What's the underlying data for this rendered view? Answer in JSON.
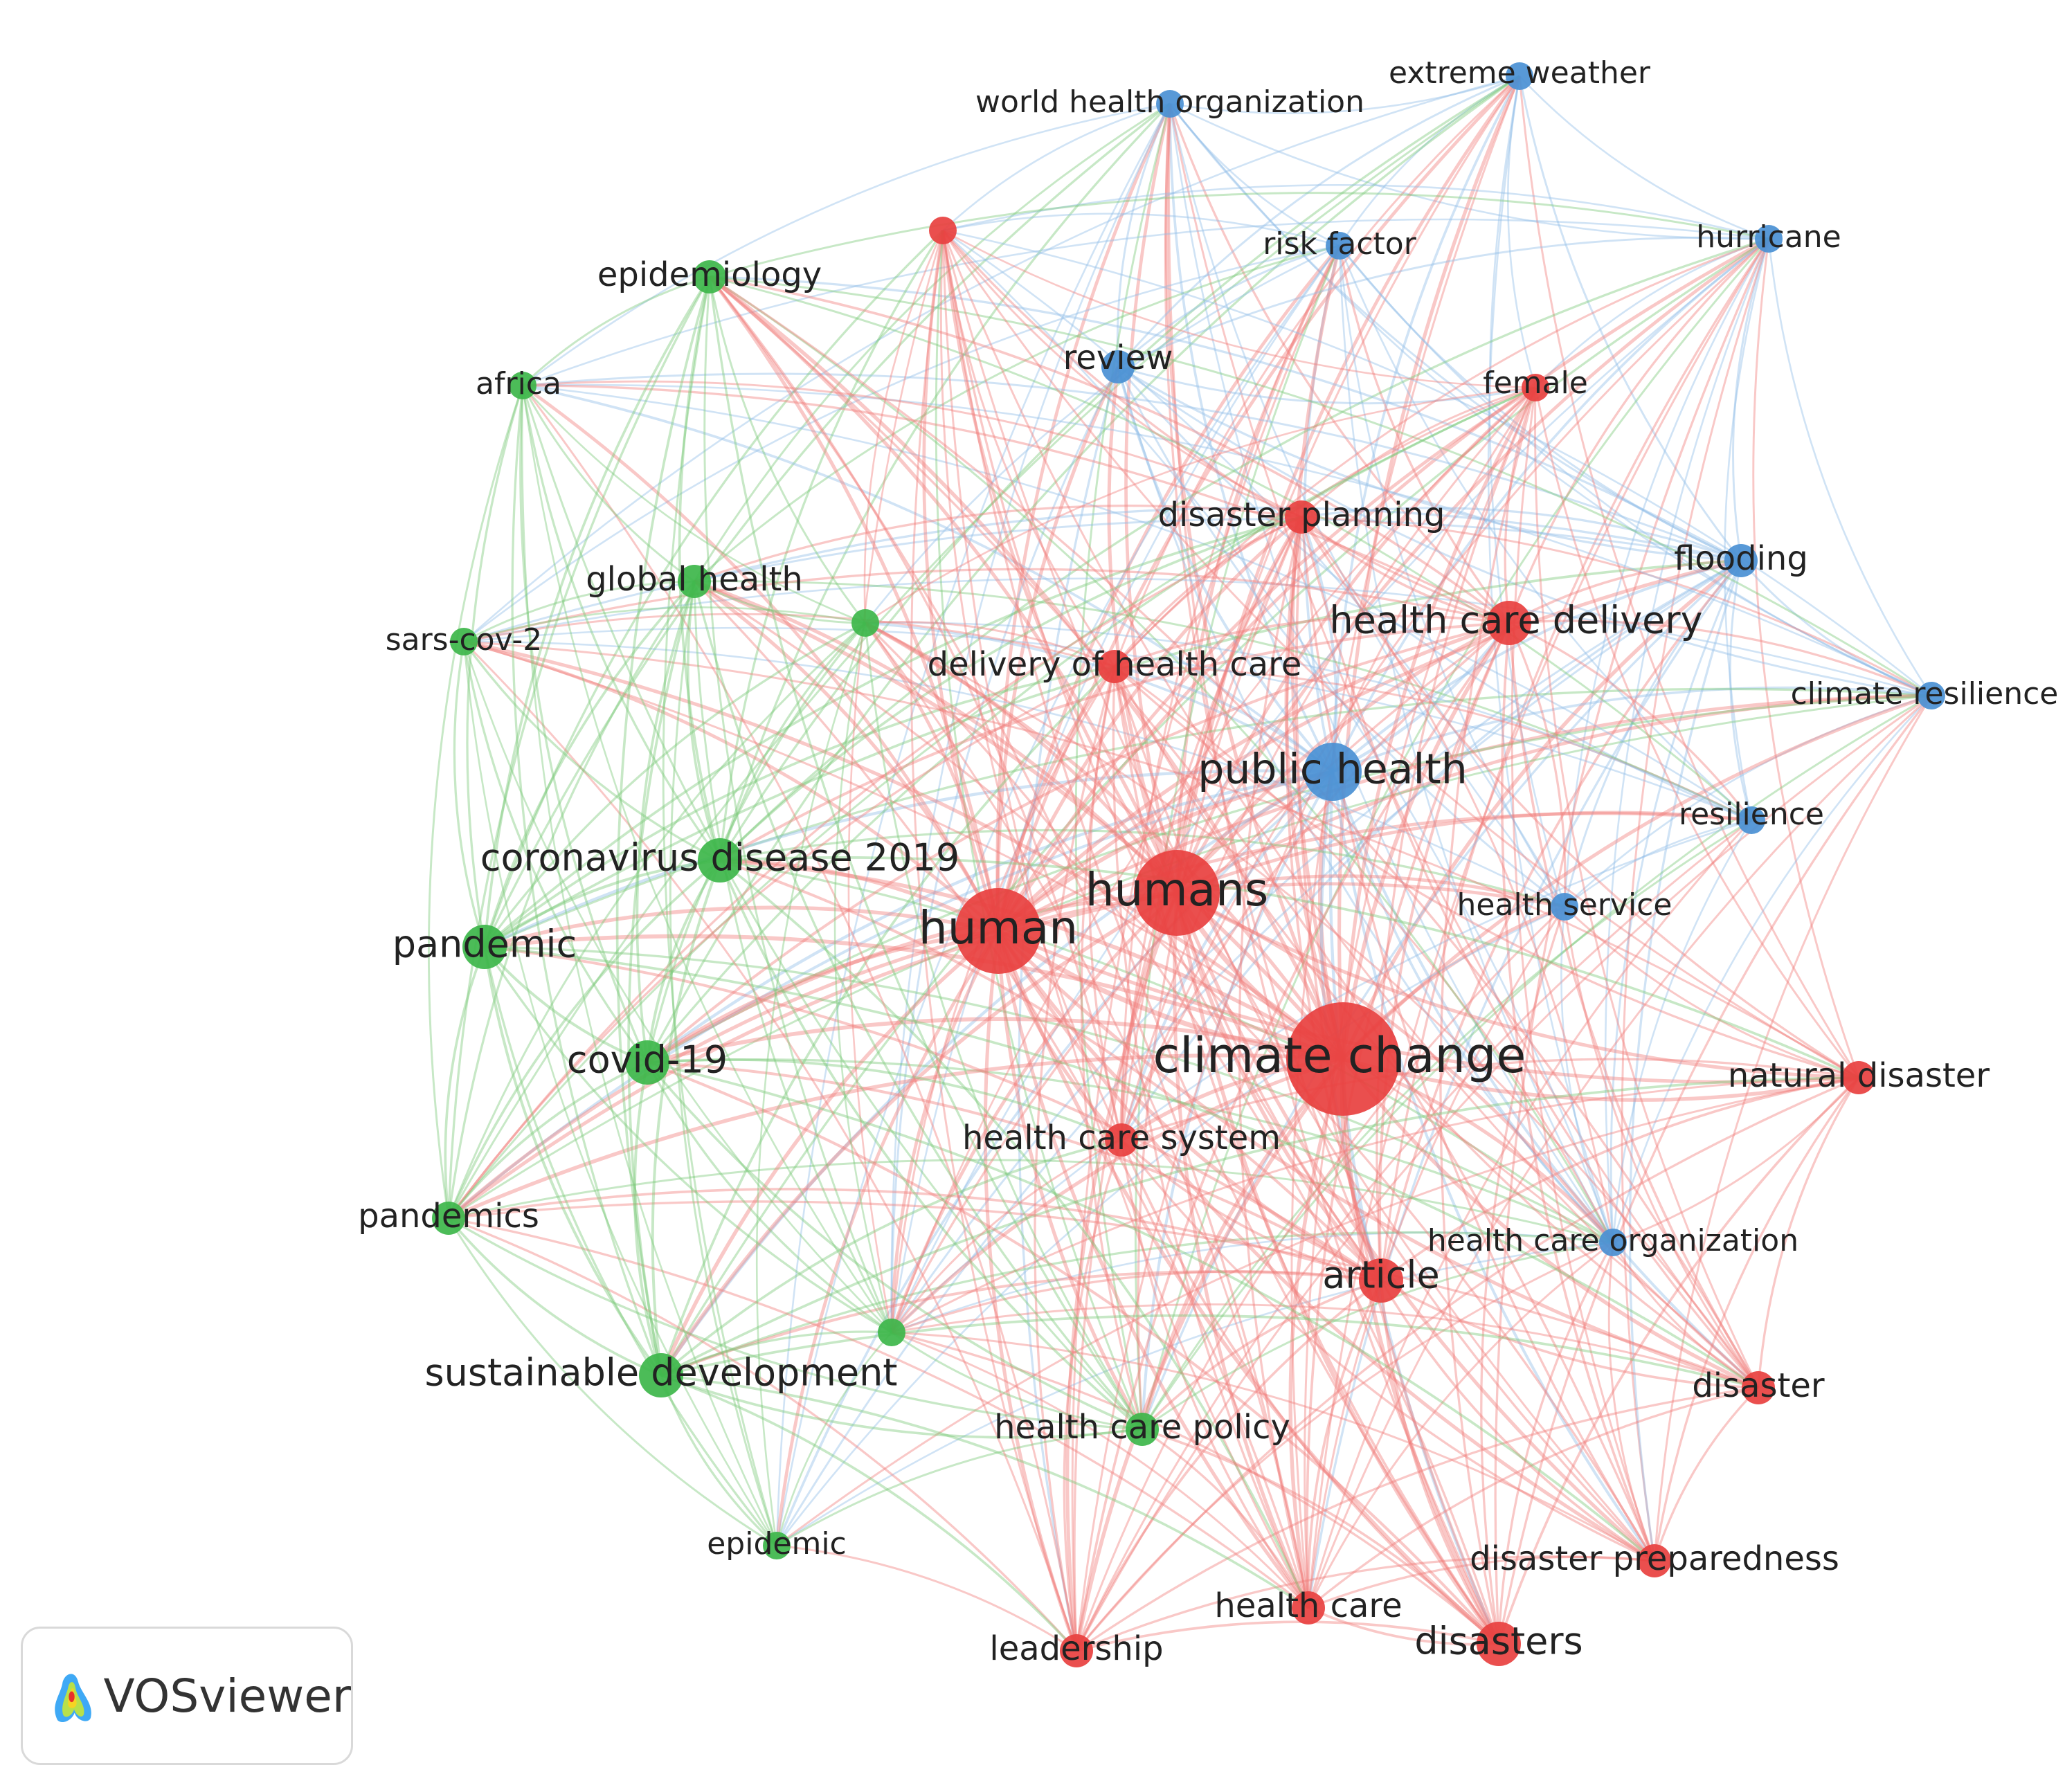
{
  "app": {
    "brand": "VOSviewer"
  },
  "colors": {
    "cluster_red": "#e8403f",
    "cluster_green": "#3db64a",
    "cluster_blue": "#4a90d4",
    "edge_red": "#f07d7a",
    "edge_green": "#79c978",
    "edge_blue": "#8fbde8"
  },
  "chart_data": {
    "type": "network",
    "clusters": [
      "red",
      "green",
      "blue"
    ],
    "nodes": [
      {
        "id": "world-health-organization",
        "label": "world health organization",
        "cluster": "blue",
        "weight": 2
      },
      {
        "id": "extreme-weather",
        "label": "extreme weather",
        "cluster": "blue",
        "weight": 2
      },
      {
        "id": "risk-factor",
        "label": "risk factor",
        "cluster": "blue",
        "weight": 2
      },
      {
        "id": "hurricane",
        "label": "hurricane",
        "cluster": "blue",
        "weight": 2
      },
      {
        "id": "review",
        "label": "review",
        "cluster": "blue",
        "weight": 3
      },
      {
        "id": "flooding",
        "label": "flooding",
        "cluster": "blue",
        "weight": 3
      },
      {
        "id": "climate-resilience",
        "label": "climate resilience",
        "cluster": "blue",
        "weight": 2
      },
      {
        "id": "public-health",
        "label": "public health",
        "cluster": "blue",
        "weight": 5
      },
      {
        "id": "resilience",
        "label": "resilience",
        "cluster": "blue",
        "weight": 2
      },
      {
        "id": "health-service",
        "label": "health service",
        "cluster": "blue",
        "weight": 2
      },
      {
        "id": "health-care-organization",
        "label": "health care organization",
        "cluster": "blue",
        "weight": 2
      },
      {
        "id": "unlabeled-red-top",
        "label": "",
        "cluster": "red",
        "weight": 2
      },
      {
        "id": "female",
        "label": "female",
        "cluster": "red",
        "weight": 2
      },
      {
        "id": "disaster-planning",
        "label": "disaster planning",
        "cluster": "red",
        "weight": 3
      },
      {
        "id": "health-care-delivery",
        "label": "health care delivery",
        "cluster": "red",
        "weight": 4
      },
      {
        "id": "delivery-of-health-care",
        "label": "delivery of health care",
        "cluster": "red",
        "weight": 3
      },
      {
        "id": "humans",
        "label": "humans",
        "cluster": "red",
        "weight": 8
      },
      {
        "id": "human",
        "label": "human",
        "cluster": "red",
        "weight": 8
      },
      {
        "id": "climate-change",
        "label": "climate change",
        "cluster": "red",
        "weight": 9
      },
      {
        "id": "natural-disaster",
        "label": "natural disaster",
        "cluster": "red",
        "weight": 3
      },
      {
        "id": "health-care-system",
        "label": "health care system",
        "cluster": "red",
        "weight": 3
      },
      {
        "id": "article",
        "label": "article",
        "cluster": "red",
        "weight": 4
      },
      {
        "id": "disaster",
        "label": "disaster",
        "cluster": "red",
        "weight": 3
      },
      {
        "id": "disaster-preparedness",
        "label": "disaster preparedness",
        "cluster": "red",
        "weight": 3
      },
      {
        "id": "health-care",
        "label": "health care",
        "cluster": "red",
        "weight": 3
      },
      {
        "id": "disasters",
        "label": "disasters",
        "cluster": "red",
        "weight": 4
      },
      {
        "id": "leadership",
        "label": "leadership",
        "cluster": "red",
        "weight": 3
      },
      {
        "id": "epidemiology",
        "label": "epidemiology",
        "cluster": "green",
        "weight": 3
      },
      {
        "id": "africa",
        "label": "africa",
        "cluster": "green",
        "weight": 2
      },
      {
        "id": "global-health",
        "label": "global health",
        "cluster": "green",
        "weight": 3
      },
      {
        "id": "unlabeled-green-upper",
        "label": "",
        "cluster": "green",
        "weight": 2
      },
      {
        "id": "sars-cov-2",
        "label": "sars-cov-2",
        "cluster": "green",
        "weight": 2
      },
      {
        "id": "coronavirus-disease-2019",
        "label": "coronavirus disease 2019",
        "cluster": "green",
        "weight": 4
      },
      {
        "id": "pandemic",
        "label": "pandemic",
        "cluster": "green",
        "weight": 4
      },
      {
        "id": "covid-19",
        "label": "covid-19",
        "cluster": "green",
        "weight": 4
      },
      {
        "id": "pandemics",
        "label": "pandemics",
        "cluster": "green",
        "weight": 3
      },
      {
        "id": "unlabeled-green-lower",
        "label": "",
        "cluster": "green",
        "weight": 2
      },
      {
        "id": "sustainable-development",
        "label": "sustainable development",
        "cluster": "green",
        "weight": 4
      },
      {
        "id": "health-care-policy",
        "label": "health care policy",
        "cluster": "green",
        "weight": 3
      },
      {
        "id": "epidemic",
        "label": "epidemic",
        "cluster": "green",
        "weight": 2
      }
    ]
  }
}
